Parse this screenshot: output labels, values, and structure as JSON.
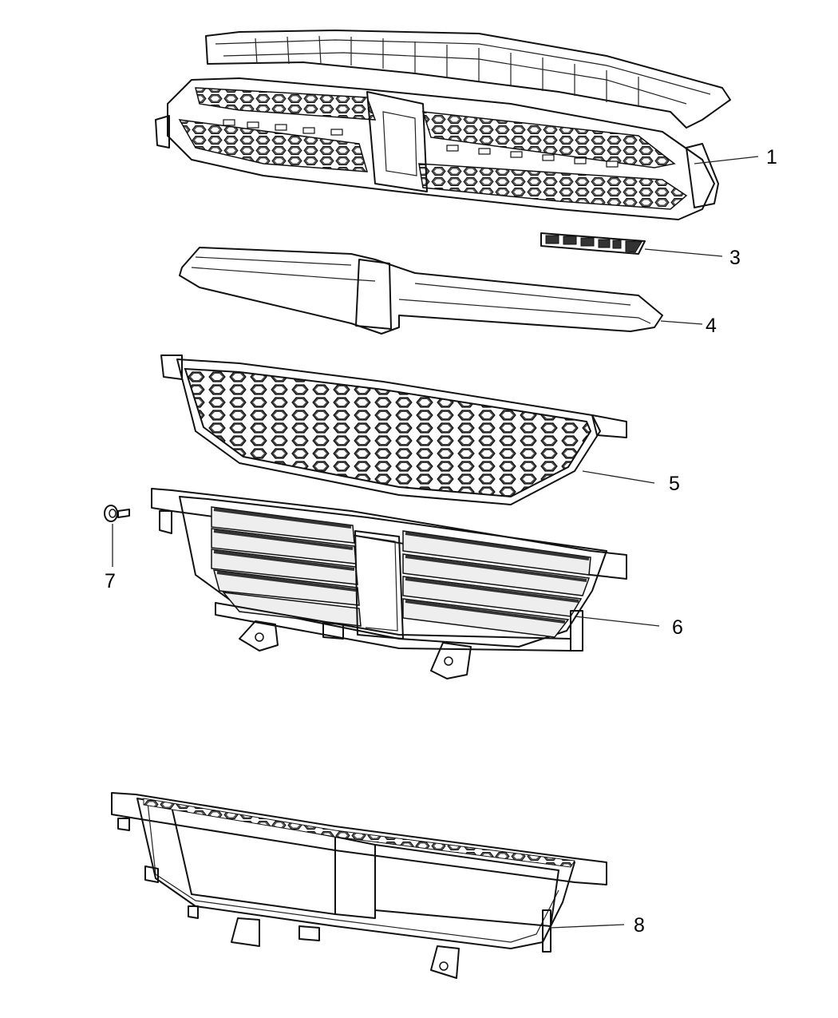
{
  "diagram": {
    "type": "exploded-parts-diagram",
    "callouts": [
      {
        "id": "1",
        "label": "1",
        "part": "grille-assembly"
      },
      {
        "id": "3",
        "label": "3",
        "part": "nameplate-badge"
      },
      {
        "id": "4",
        "label": "4",
        "part": "grille-crosshair-bezel"
      },
      {
        "id": "5",
        "label": "5",
        "part": "grille-mesh-insert"
      },
      {
        "id": "6",
        "label": "6",
        "part": "active-shutter-grille"
      },
      {
        "id": "7",
        "label": "7",
        "part": "screw-fastener"
      },
      {
        "id": "8",
        "label": "8",
        "part": "grille-shutter-frame"
      }
    ]
  },
  "colors": {
    "line": "#111111",
    "fill_light": "#ffffff",
    "mesh_dark": "#333333",
    "background": "#ffffff"
  }
}
